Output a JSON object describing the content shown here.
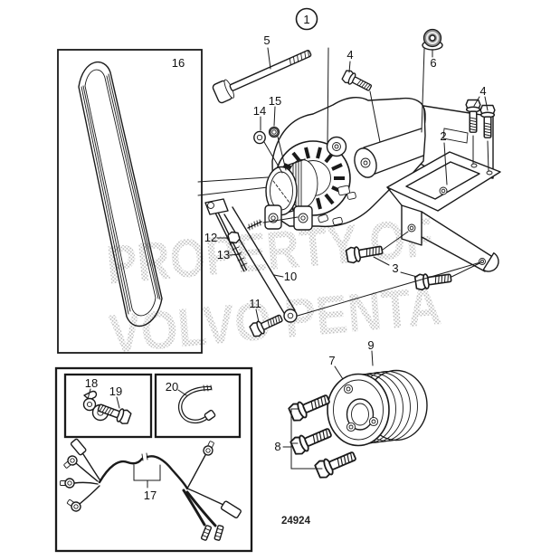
{
  "watermark": {
    "line1": "PROPERTY OF",
    "line2": "VOLVO PENTA"
  },
  "drawing_number": "24924",
  "colors": {
    "line": "#1a1a1a",
    "watermark_dots": "#ababab",
    "background": "#ffffff"
  },
  "callouts": [
    {
      "label": "1"
    },
    {
      "label": "2"
    },
    {
      "label": "3"
    },
    {
      "label": "4"
    },
    {
      "label": "4"
    },
    {
      "label": "5"
    },
    {
      "label": "6"
    },
    {
      "label": "7"
    },
    {
      "label": "8"
    },
    {
      "label": "9"
    },
    {
      "label": "10"
    },
    {
      "label": "11"
    },
    {
      "label": "12"
    },
    {
      "label": "13"
    },
    {
      "label": "14"
    },
    {
      "label": "15"
    },
    {
      "label": "16"
    },
    {
      "label": "17"
    },
    {
      "label": "18"
    },
    {
      "label": "19"
    },
    {
      "label": "20"
    }
  ]
}
